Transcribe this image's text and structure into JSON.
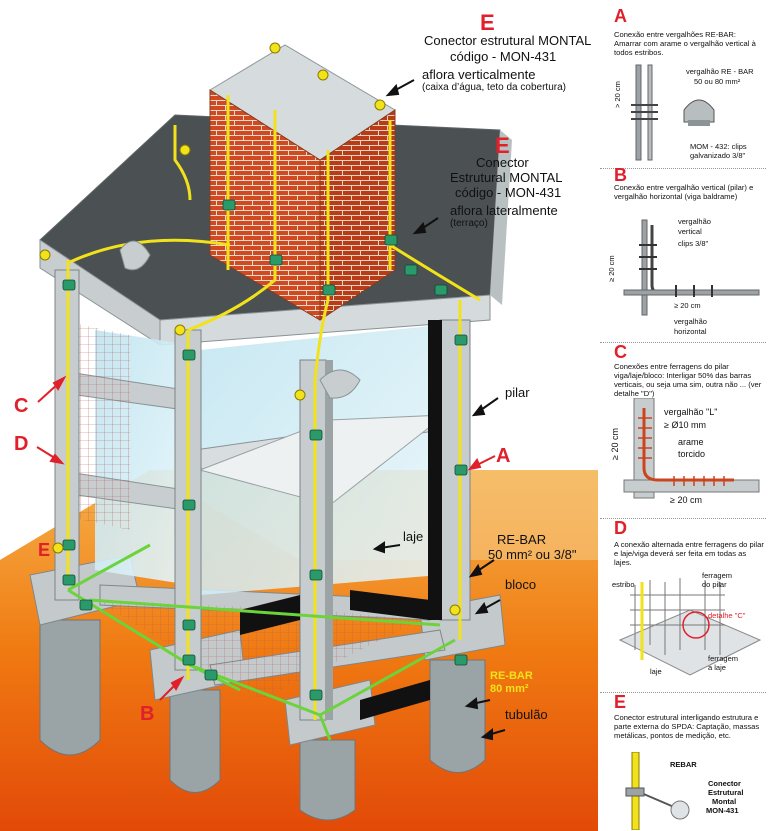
{
  "main": {
    "E_top": {
      "letter": "E",
      "line1": "Conector estrutural MONTAL",
      "line2": "código - MON-431"
    },
    "aflora_v": {
      "line1": "aflora verticalmente",
      "line2": "(caixa d’água, teto da cobertura)"
    },
    "E_mid": {
      "letter": "E",
      "line1": "Conector",
      "line2": "Estrutural MONTAL",
      "line3": "código - MON-431"
    },
    "aflora_l": {
      "line1": "aflora lateralmente",
      "line2": "(terraço)"
    },
    "labels": {
      "pilar": "pilar",
      "laje": "laje",
      "rebar1": "RE-BAR",
      "rebar1_size": "50 mm² ou 3/8\"",
      "bloco": "bloco",
      "rebar2": "RE-BAR",
      "rebar2_size": "80 mm²",
      "tubulao": "tubulão"
    },
    "letters": {
      "C": "C",
      "D": "D",
      "E": "E",
      "A": "A",
      "B": "B"
    }
  },
  "panels": {
    "A": {
      "letter": "A",
      "text": "Conexão entre vergalhões RE-BAR: Amarrar com arame o vergalhão vertical à todos estribos.",
      "label1": "vergalhão RE - BAR",
      "label2": "50 ou 80 mm²",
      "dim": "> 20 cm",
      "label3": "MOM - 432: clips",
      "label4": "galvanizado 3/8\""
    },
    "B": {
      "letter": "B",
      "text": "Conexão entre vergalhão vertical (pilar) e vergalhão horizontal (viga baldrame)",
      "vert1": "vergalhão",
      "vert2": "vertical",
      "clips": "clips 3/8\"",
      "dim1": "≥ 20 cm",
      "dim2": "≥ 20 cm",
      "horiz1": "vergalhão",
      "horiz2": "horizontal"
    },
    "C": {
      "letter": "C",
      "text": "Conexões entre ferragens do pilar viga/laje/bloco: Interligar 50% das barras verticais, ou seja uma sim, outra não ... (ver detalhe \"D\")",
      "l1": "vergalhão \"L\"",
      "l2": "≥ Ø10 mm",
      "l3": "arame",
      "l4": "torcido",
      "dim1": "≥ 20 cm",
      "dim2": "≥ 20 cm"
    },
    "D": {
      "letter": "D",
      "text": "A conexão alternada entre ferragens do pilar e laje/viga deverá ser feita em todas as lajes.",
      "estribo": "estribo",
      "ferr_pilar1": "ferragem",
      "ferr_pilar2": "do pilar",
      "detalhe": "detalhe \"C\"",
      "ferr_laje1": "ferragem",
      "ferr_laje2": "a laje",
      "laje": "laje"
    },
    "E": {
      "letter": "E",
      "text": "Conector estrutural interligando estrutura e parte externa do SPDA: Captação, massas metálicas, pontos de medição, etc.",
      "rebar": "REBAR",
      "con1": "Conector",
      "con2": "Estrutural",
      "con3": "Montal",
      "con4": "MON-431"
    }
  },
  "colors": {
    "accent_red": "#e0202a",
    "rebar_yellow": "#f2e21a",
    "brick": "#c9451f",
    "ground": "#f08a1c"
  }
}
